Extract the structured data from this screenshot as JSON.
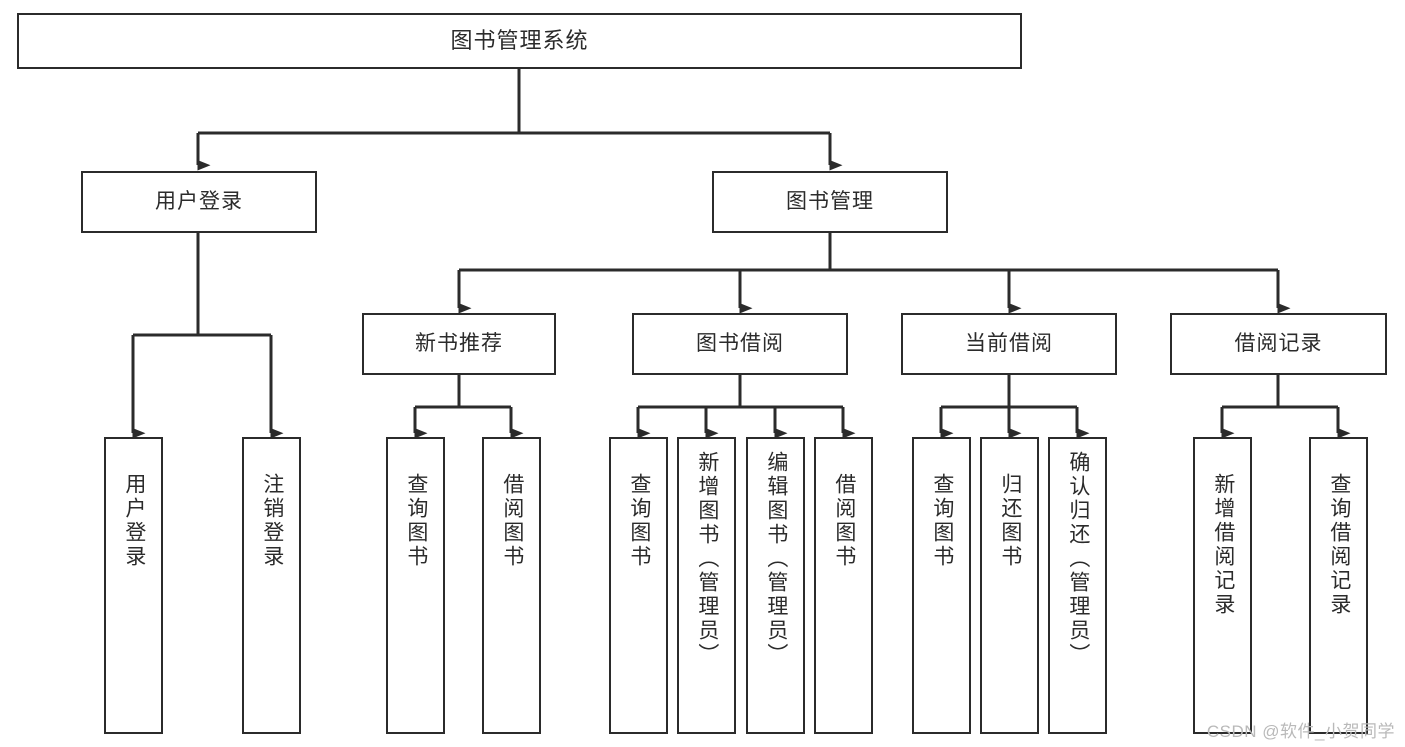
{
  "diagram": {
    "title": "图书管理系统",
    "watermark": "CSDN @软件_小贺同学",
    "stroke_color": "#2b2b2b",
    "fill_color": "#ffffff",
    "watermark_color": "#b9b9b9",
    "nodes": {
      "root": "图书管理系统",
      "level2": {
        "user_login": "用户登录",
        "book_manage": "图书管理"
      },
      "level3": {
        "new_book_recommend": "新书推荐",
        "book_borrow": "图书借阅",
        "current_borrow": "当前借阅",
        "borrow_record": "借阅记录"
      },
      "leaves": {
        "user_login_1": "用户登录",
        "user_login_2": "注销登录",
        "recommend_1": "查询图书",
        "recommend_2": "借阅图书",
        "borrow_1": "查询图书",
        "borrow_2": "新增图书（管理员）",
        "borrow_3": "编辑图书（管理员）",
        "borrow_4": "借阅图书",
        "current_1": "查询图书",
        "current_2": "归还图书",
        "current_3": "确认归还（管理员）",
        "record_1": "新增借阅记录",
        "record_2": "查询借阅记录"
      }
    }
  }
}
